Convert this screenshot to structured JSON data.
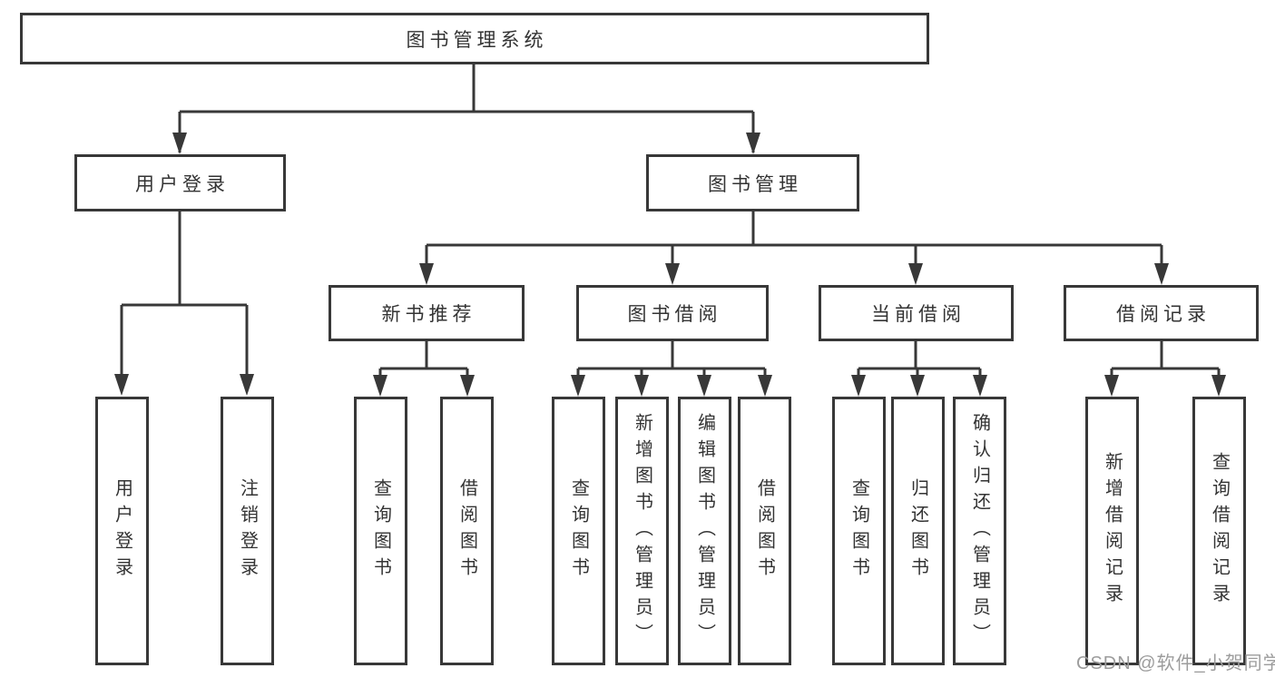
{
  "diagram": {
    "title": "图书管理系统",
    "level2": [
      {
        "label": "用户登录"
      },
      {
        "label": "图书管理"
      }
    ],
    "level3": [
      {
        "label": "新书推荐"
      },
      {
        "label": "图书借阅"
      },
      {
        "label": "当前借阅"
      },
      {
        "label": "借阅记录"
      }
    ],
    "leaves": {
      "user_login": [
        "用户登录",
        "注销登录"
      ],
      "recommend": [
        "查询图书",
        "借阅图书"
      ],
      "borrow": [
        "查询图书",
        "新增图书（管理员）",
        "编辑图书（管理员）",
        "借阅图书"
      ],
      "current": [
        "查询图书",
        "归还图书",
        "确认归还（管理员）"
      ],
      "records": [
        "新增借阅记录",
        "查询借阅记录"
      ]
    },
    "watermark": "CSDN @软件_小贺同学",
    "colors": {
      "line": "#383838",
      "text": "#333333",
      "watermark": "#9c9c9c",
      "background": "#ffffff"
    }
  }
}
